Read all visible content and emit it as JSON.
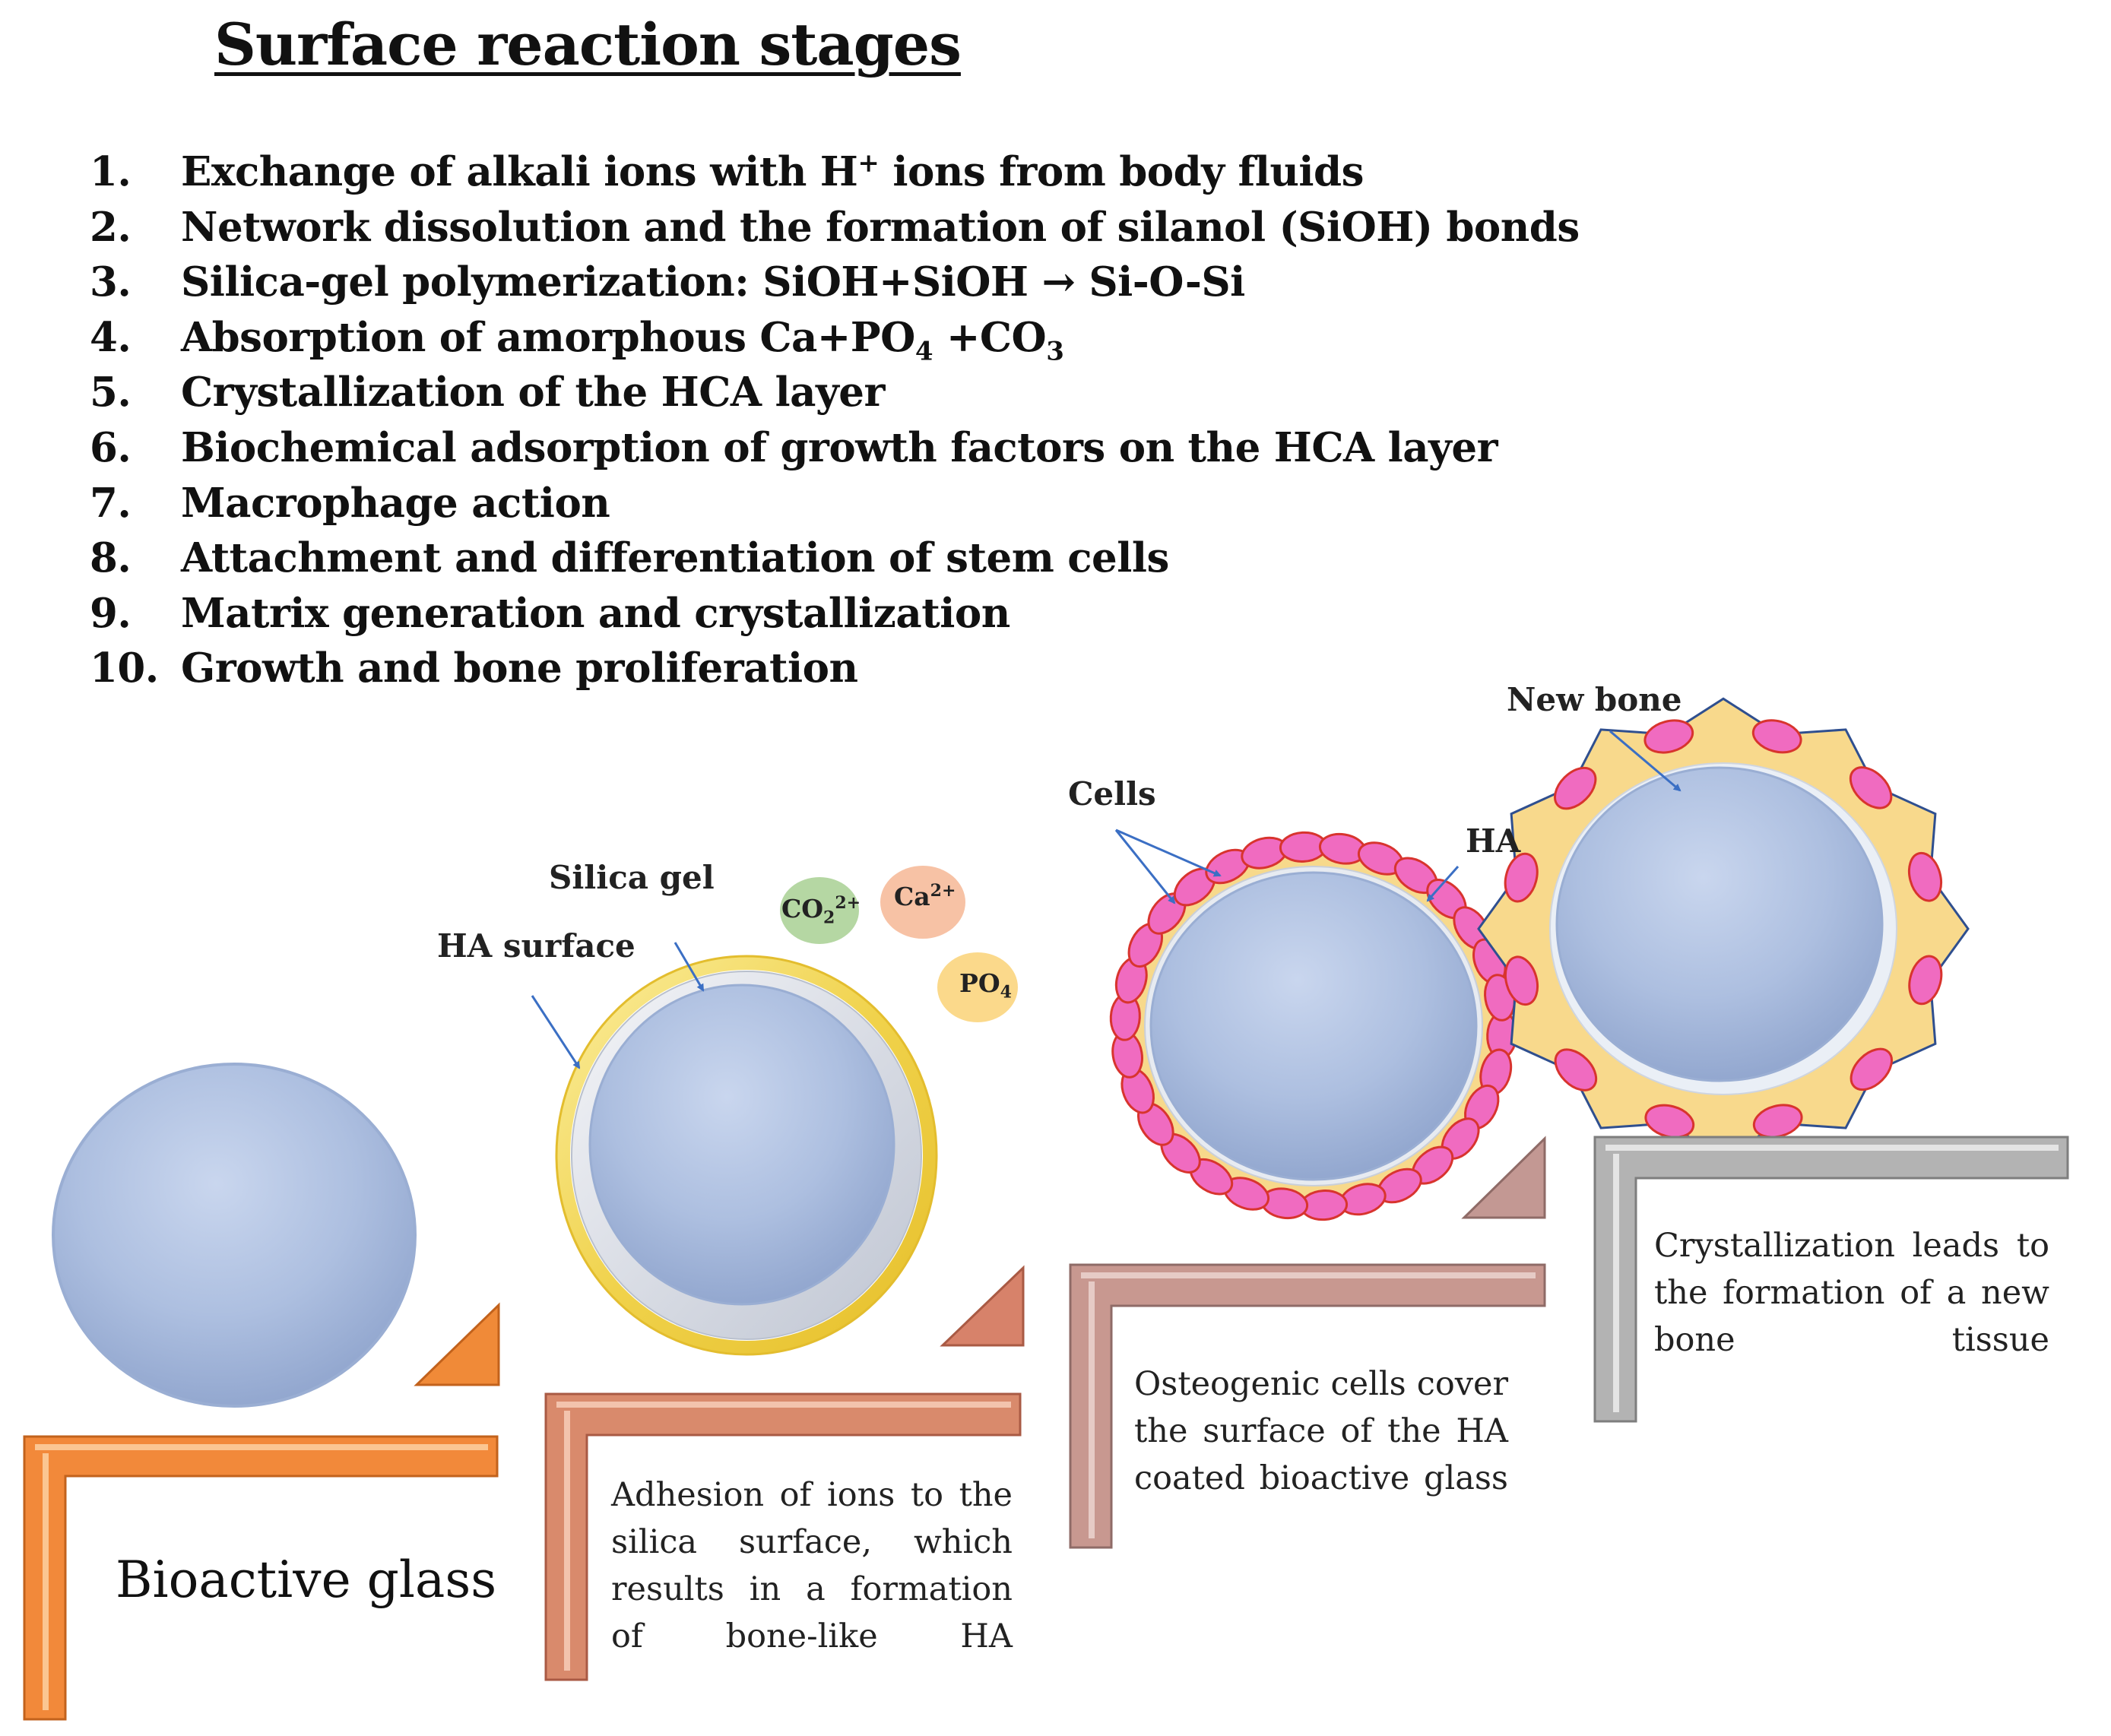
{
  "title": "Surface reaction stages",
  "steps": [
    {
      "num": "1.",
      "text": "Exchange of alkali ions with H<sup>+</sup> ions from body fluids"
    },
    {
      "num": "2.",
      "text": "Network dissolution and the formation of silanol (SiOH) bonds"
    },
    {
      "num": "3.",
      "text": "Silica-gel polymerization: SiOH+SiOH → Si-O-Si"
    },
    {
      "num": "4.",
      "text": "Absorption of amorphous Ca+PO<sub>4</sub> +CO<sub>3</sub>"
    },
    {
      "num": "5.",
      "text": "Crystallization of the HCA layer"
    },
    {
      "num": "6.",
      "text": "Biochemical adsorption of growth factors on the HCA layer"
    },
    {
      "num": "7.",
      "text": "Macrophage action"
    },
    {
      "num": "8.",
      "text": "Attachment and differentiation of stem cells"
    },
    {
      "num": "9.",
      "text": "Matrix generation and crystallization"
    },
    {
      "num": "10.",
      "text": "Growth and bone proliferation"
    }
  ],
  "labels": {
    "silica_gel": "Silica gel",
    "ha_surface": "HA surface",
    "cells": "Cells",
    "ha": "HA",
    "new_bone": "New bone"
  },
  "ions": {
    "co2": "CO<sub>2</sub><sup>2+</sup>",
    "ca": "Ca<sup>2+</sup>",
    "po4": "PO<sub>4</sub>"
  },
  "captions": {
    "stage1": "Bioactive glass",
    "stage2": [
      "Adhesion of ions to the",
      "silica surface, which",
      "results in a formation",
      "of bone-like HA"
    ],
    "stage3": [
      "Osteogenic cells cover",
      "the surface of the HA",
      "coated bioactive glass"
    ],
    "stage4": [
      "Crystallization leads to",
      "the formation of a new",
      "bone tissue"
    ]
  },
  "colors": {
    "glass_sphere": "#a9bcdc",
    "ha_ring": "#f2d74a",
    "silica_ring": "#d8dde6",
    "cell": "#f06bc0",
    "cell_outline": "#d8342e",
    "new_bone": "#f8d98c",
    "co2_ion": "#b5d7a3",
    "ca_ion": "#f7c2a5",
    "po4_ion": "#fbd98b",
    "bracket_1": "#f2893a",
    "bracket_2": "#d98a6c",
    "bracket_3": "#c89890",
    "bracket_4": "#b3b3b3",
    "arrow": "#3b6fc4"
  }
}
